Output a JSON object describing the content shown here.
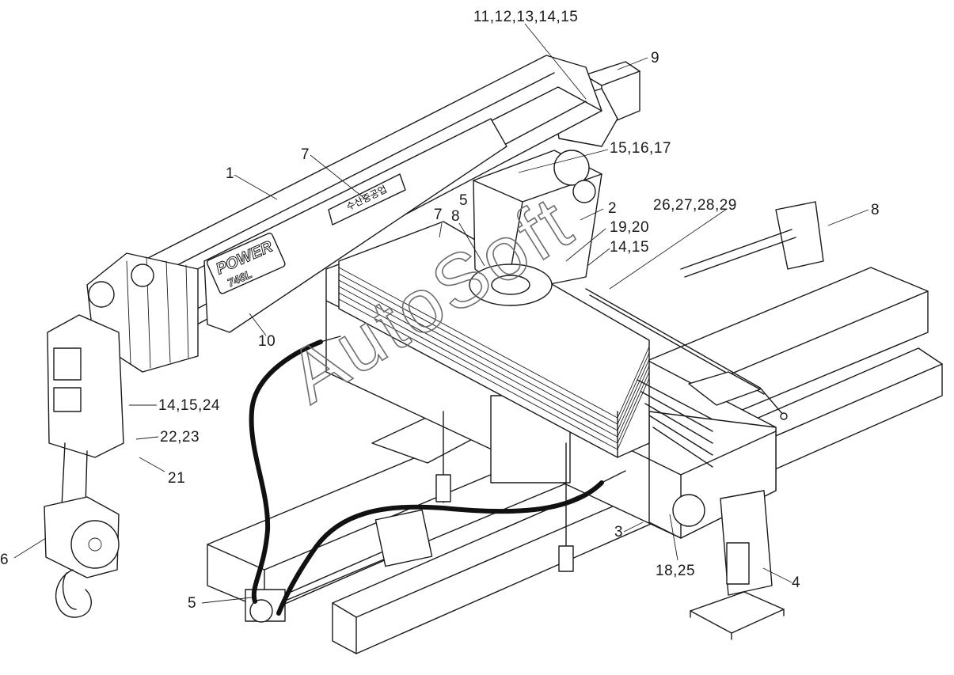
{
  "diagram": {
    "boom_logo": "POWER",
    "boom_model": "746L",
    "boom_decal": "수산중공업",
    "watermark": "AutoSoft"
  },
  "callouts": {
    "c1": "1",
    "c2": "2",
    "c3": "3",
    "c4": "4",
    "c5_top": "5",
    "c5_bottom": "5",
    "c6": "6",
    "c7_boom": "7",
    "c7_center": "7",
    "c8_center": "8",
    "c8_right": "8",
    "c9": "9",
    "c10": "10",
    "c11_15": "11,12,13,14,15",
    "c15_17": "15,16,17",
    "c26_29": "26,27,28,29",
    "c19_20": "19,20",
    "c14_15": "14,15",
    "c14_15_24": "14,15,24",
    "c22_23": "22,23",
    "c21": "21",
    "c18_25": "18,25"
  }
}
